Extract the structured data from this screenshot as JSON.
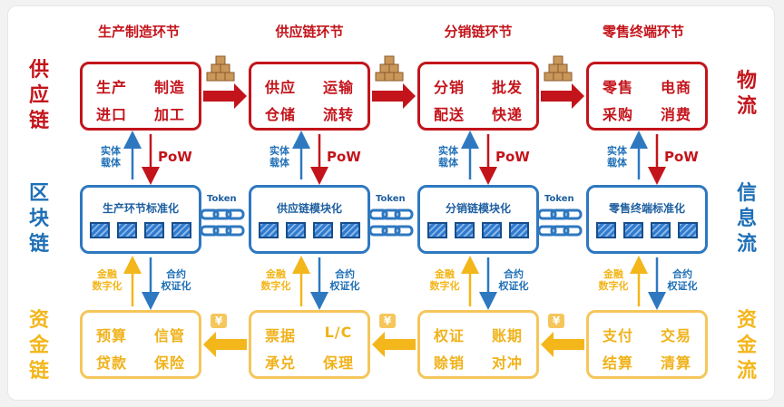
{
  "stages": [
    "生产制造环节",
    "供应链环节",
    "分销链环节",
    "零售终端环节"
  ],
  "left_labels": {
    "supply": [
      "供",
      "应",
      "链"
    ],
    "blockchain": [
      "区",
      "块",
      "链"
    ],
    "fund": [
      "资",
      "金",
      "链"
    ]
  },
  "right_labels": {
    "supply": [
      "物",
      "流"
    ],
    "blockchain": [
      "信",
      "息",
      "流"
    ],
    "fund": [
      "资",
      "金",
      "流"
    ]
  },
  "supply_boxes": [
    [
      "生产",
      "制造",
      "进口",
      "加工"
    ],
    [
      "供应",
      "运输",
      "仓储",
      "流转"
    ],
    [
      "分销",
      "批发",
      "配送",
      "快递"
    ],
    [
      "零售",
      "电商",
      "采购",
      "消费"
    ]
  ],
  "chain_boxes": [
    "生产环节标准化",
    "供应链模块化",
    "分销链模块化",
    "零售终端标准化"
  ],
  "fund_boxes": [
    [
      "预算",
      "信管",
      "贷款",
      "保险"
    ],
    [
      "票据",
      "L/C",
      "承兑",
      "保理"
    ],
    [
      "权证",
      "账期",
      "赊销",
      "对冲"
    ],
    [
      "支付",
      "交易",
      "结算",
      "清算"
    ]
  ],
  "connectors": {
    "entity_carrier": [
      "实体",
      "载体"
    ],
    "pow": "PoW",
    "token": "Token",
    "finance_digital": [
      "金融",
      "数字化"
    ],
    "contract_rights": [
      "合约",
      "权证化"
    ],
    "yen": "¥"
  },
  "colors": {
    "supply": "#c3141b",
    "blockchain": "#2e78c0",
    "fund": "#f5c65b",
    "cube": "#c9975a"
  }
}
